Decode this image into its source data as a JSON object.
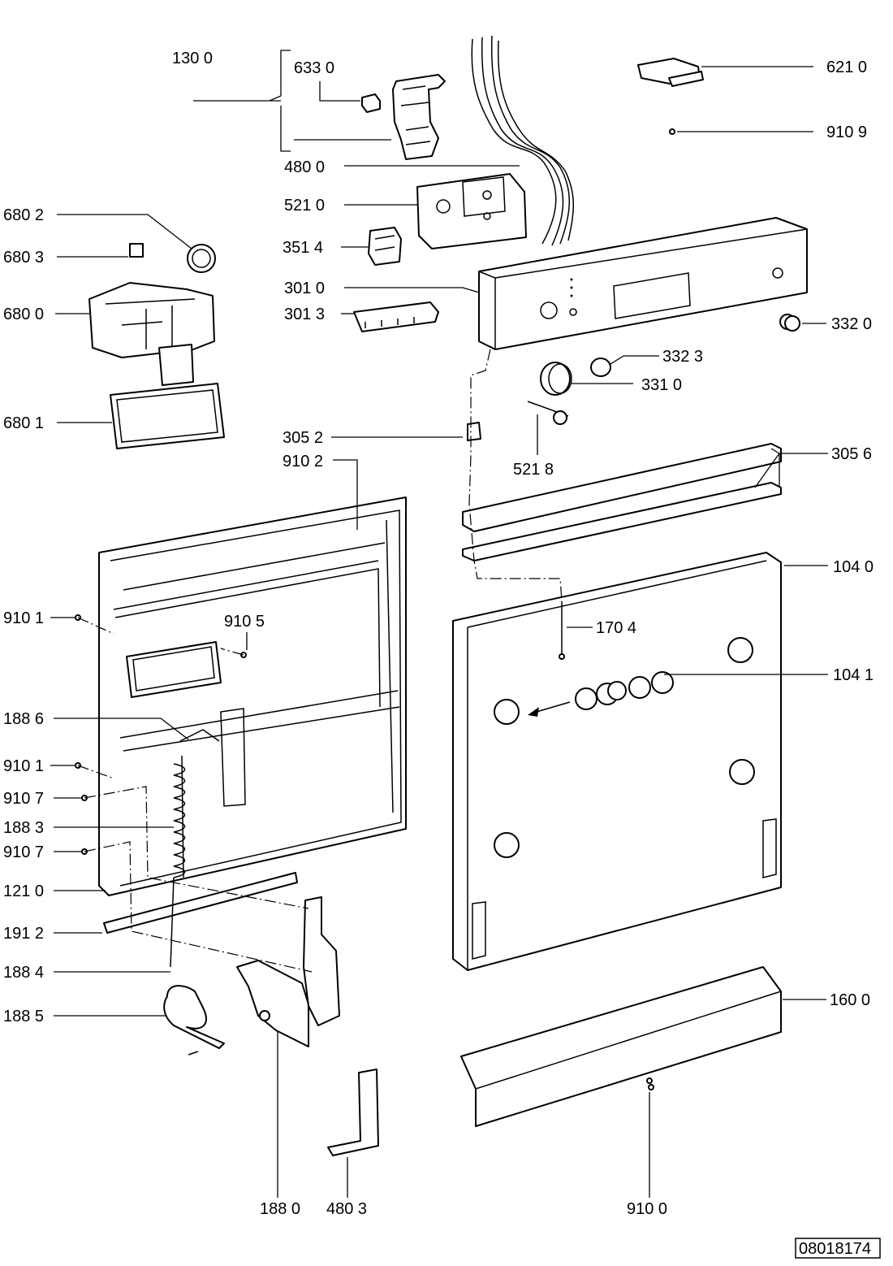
{
  "labels": {
    "l1300": "130 0",
    "l6330": "633 0",
    "l4800": "480 0",
    "l6210": "621 0",
    "l9109": "910 9",
    "l5210": "521 0",
    "l6802": "680 2",
    "l6803": "680 3",
    "l3514": "351 4",
    "l3010": "301 0",
    "l3013": "301 3",
    "l6800": "680 0",
    "l3320": "332 0",
    "l3323": "332 3",
    "l3310": "331 0",
    "l6801": "680 1",
    "l3052": "305 2",
    "l5218": "521 8",
    "l9102": "910 2",
    "l3056": "305 6",
    "l1040": "104 0",
    "l9101a": "910 1",
    "l9105": "910 5",
    "l1704": "170 4",
    "l1041": "104 1",
    "l1886": "188 6",
    "l9101b": "910 1",
    "l9107a": "910 7",
    "l1883": "188 3",
    "l9107b": "910 7",
    "l1210": "121 0",
    "l1912": "191 2",
    "l1884": "188 4",
    "l1600": "160 0",
    "l1885": "188 5",
    "l9100": "910 0",
    "l1880": "188 0",
    "l4803": "480 3"
  },
  "reference_code": "08018174"
}
